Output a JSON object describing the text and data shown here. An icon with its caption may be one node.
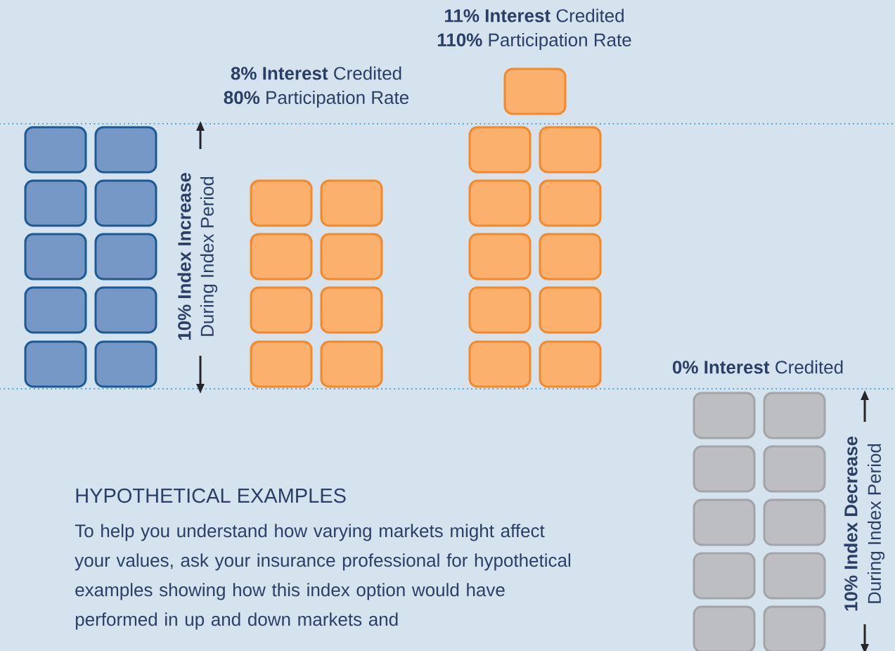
{
  "diagram": {
    "labels": [
      "**11% Interest** Credited",
      "**110%** Participation Rate",
      "**8% Interest** Credited",
      "**80%** Participation Rate",
      "10% Index Increase",
      "During Index Period",
      "**0% Interest** Credited",
      "HYPOTHETICAL EXAMPLES",
      "To help you understand how varying markets might affect your values, ask your insurance professional for hypothetical examples showing how this index option would have performed in up and down markets and",
      "10% Index Decrease",
      "During Index Period"
    ]
  }
}
